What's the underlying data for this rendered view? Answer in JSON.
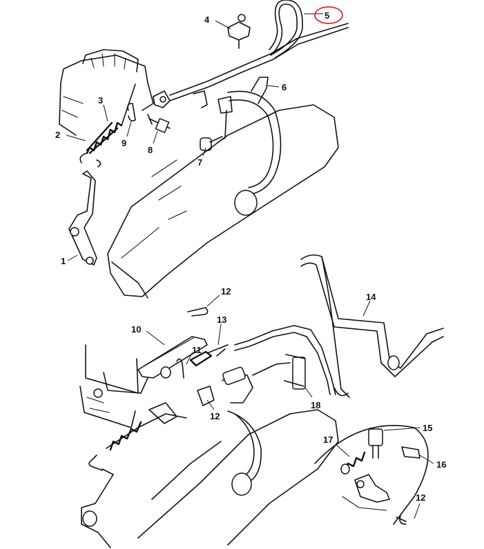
{
  "diagram": {
    "callouts": [
      {
        "id": "1",
        "text": "1"
      },
      {
        "id": "2",
        "text": "2"
      },
      {
        "id": "3",
        "text": "3"
      },
      {
        "id": "4",
        "text": "4"
      },
      {
        "id": "5",
        "text": "5"
      },
      {
        "id": "6",
        "text": "6"
      },
      {
        "id": "7",
        "text": "7"
      },
      {
        "id": "8",
        "text": "8"
      },
      {
        "id": "9",
        "text": "9"
      },
      {
        "id": "10",
        "text": "10"
      },
      {
        "id": "11",
        "text": "11"
      },
      {
        "id": "12a",
        "text": "12"
      },
      {
        "id": "12b",
        "text": "12"
      },
      {
        "id": "12c",
        "text": "12"
      },
      {
        "id": "13",
        "text": "13"
      },
      {
        "id": "14",
        "text": "14"
      },
      {
        "id": "15",
        "text": "15"
      },
      {
        "id": "16",
        "text": "16"
      },
      {
        "id": "17",
        "text": "17"
      },
      {
        "id": "18",
        "text": "18"
      }
    ],
    "highlighted_callout": "5",
    "highlight_color": "#e8202a",
    "line_color": "#111111"
  }
}
